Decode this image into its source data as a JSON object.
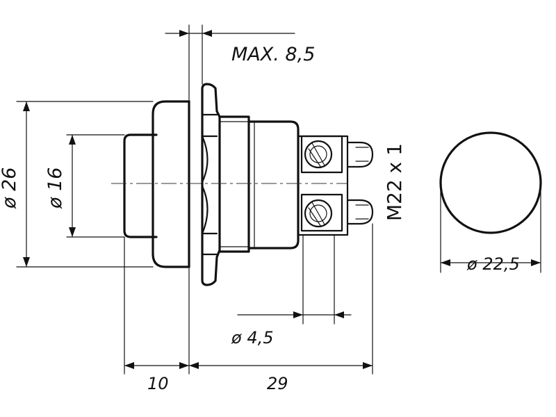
{
  "dimensions": {
    "max_thickness": "MAX. 8,5",
    "outer_diameter": "ø 26",
    "button_diameter": "ø 16",
    "thread": "M22 x 1",
    "front_diameter": "ø 22,5",
    "terminal_diameter": "ø 4,5",
    "button_length": "10",
    "body_length": "29"
  }
}
